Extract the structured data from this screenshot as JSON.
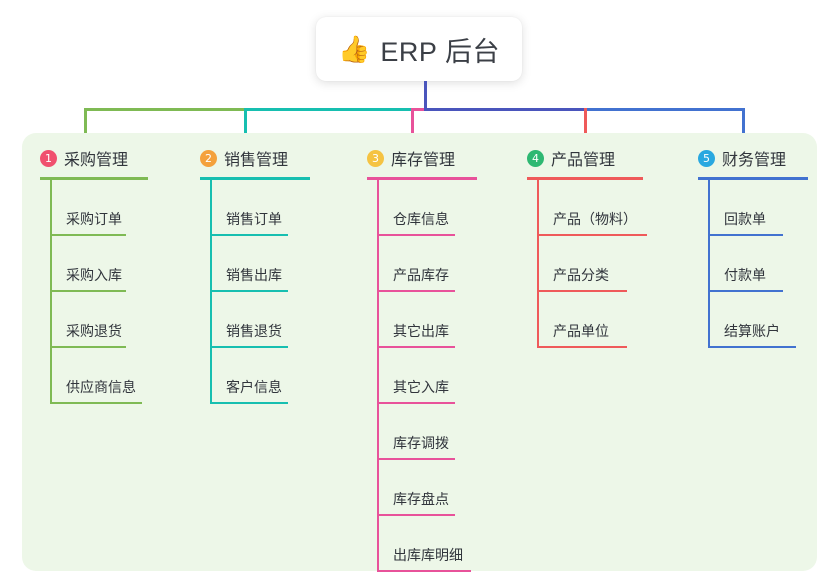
{
  "root": {
    "emoji": "👍",
    "emoji_name": "thumbs-up-icon",
    "title": "ERP 后台"
  },
  "colors": {
    "panel_bg": "#edf7e8",
    "page_bg": "#ffffff",
    "text": "#31353c",
    "trunk": "#4a55bc",
    "column1": "#7fba54",
    "column2": "#17bfb0",
    "column3": "#e8529a",
    "column4": "#ef5a5a",
    "column5": "#4272d0",
    "badge1": "#f0506e",
    "badge2": "#f4a13c",
    "badge3": "#f5c342",
    "badge4": "#2eb872",
    "badge5": "#29a8e0"
  },
  "columns": [
    {
      "number": "1",
      "title": "采购管理",
      "badge_color": "#f0506e",
      "line_color": "#7fba54",
      "rule_width": 108,
      "items": [
        {
          "label": "采购订单",
          "underline_width": 76
        },
        {
          "label": "采购入库",
          "underline_width": 76
        },
        {
          "label": "采购退货",
          "underline_width": 76
        },
        {
          "label": "供应商信息",
          "underline_width": 92
        }
      ]
    },
    {
      "number": "2",
      "title": "销售管理",
      "badge_color": "#f4a13c",
      "line_color": "#17bfb0",
      "rule_width": 110,
      "items": [
        {
          "label": "销售订单",
          "underline_width": 78
        },
        {
          "label": "销售出库",
          "underline_width": 78
        },
        {
          "label": "销售退货",
          "underline_width": 78
        },
        {
          "label": "客户信息",
          "underline_width": 78
        }
      ]
    },
    {
      "number": "3",
      "title": "库存管理",
      "badge_color": "#f5c342",
      "line_color": "#e8529a",
      "rule_width": 110,
      "items": [
        {
          "label": "仓库信息",
          "underline_width": 78
        },
        {
          "label": "产品库存",
          "underline_width": 78
        },
        {
          "label": "其它出库",
          "underline_width": 78
        },
        {
          "label": "其它入库",
          "underline_width": 78
        },
        {
          "label": "库存调拨",
          "underline_width": 78
        },
        {
          "label": "库存盘点",
          "underline_width": 78
        },
        {
          "label": "出库库明细",
          "underline_width": 94
        }
      ]
    },
    {
      "number": "4",
      "title": "产品管理",
      "badge_color": "#2eb872",
      "line_color": "#ef5a5a",
      "rule_width": 116,
      "items": [
        {
          "label": "产品（物料）",
          "underline_width": 110
        },
        {
          "label": "产品分类",
          "underline_width": 90
        },
        {
          "label": "产品单位",
          "underline_width": 90
        }
      ]
    },
    {
      "number": "5",
      "title": "财务管理",
      "badge_color": "#29a8e0",
      "line_color": "#4272d0",
      "rule_width": 110,
      "items": [
        {
          "label": "回款单",
          "underline_width": 75
        },
        {
          "label": "付款单",
          "underline_width": 75
        },
        {
          "label": "结算账户",
          "underline_width": 88
        }
      ]
    }
  ]
}
